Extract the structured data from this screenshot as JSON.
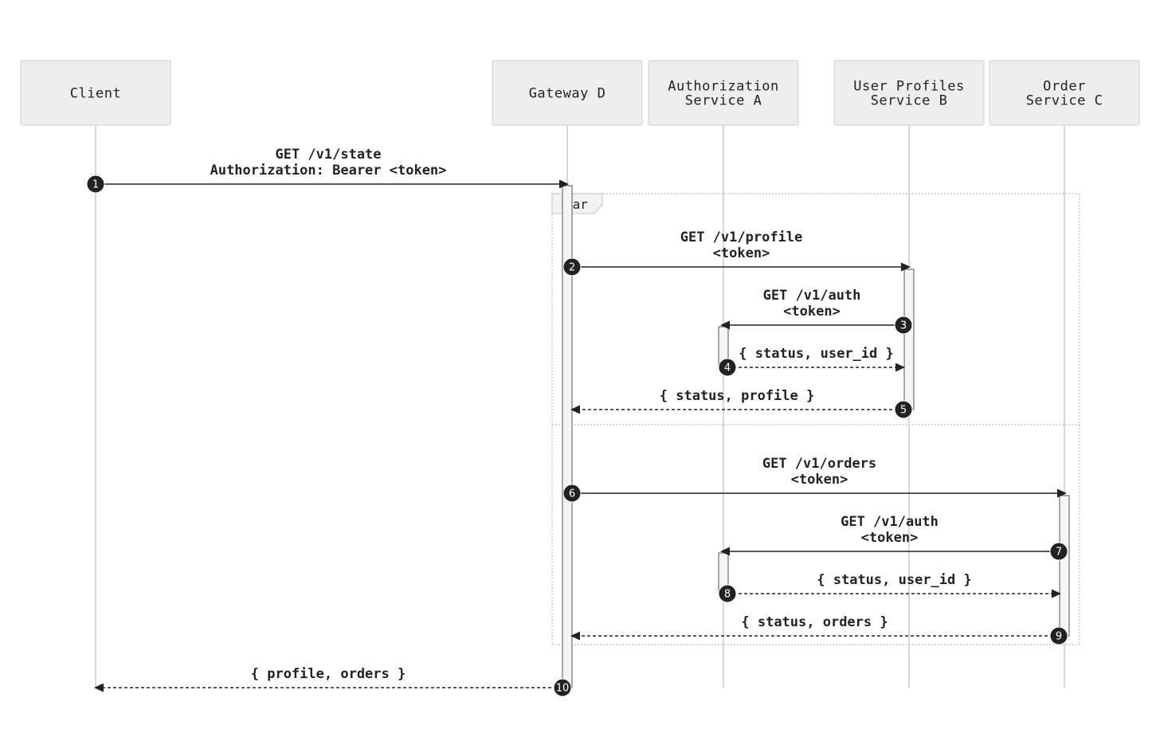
{
  "participants": [
    {
      "id": "client",
      "lines": [
        "Client"
      ]
    },
    {
      "id": "gateway",
      "lines": [
        "Gateway D"
      ]
    },
    {
      "id": "auth",
      "lines": [
        "Authorization",
        "Service A"
      ]
    },
    {
      "id": "profiles",
      "lines": [
        "User Profiles",
        "Service B"
      ]
    },
    {
      "id": "orders",
      "lines": [
        "Order",
        "Service C"
      ]
    }
  ],
  "frame": {
    "label": "par"
  },
  "messages": [
    {
      "step": "1",
      "from": "client",
      "to": "gateway",
      "style": "solid",
      "lines": [
        "GET /v1/state",
        "Authorization: Bearer <token>"
      ]
    },
    {
      "step": "2",
      "from": "gateway",
      "to": "profiles",
      "style": "solid",
      "lines": [
        "GET /v1/profile",
        "<token>"
      ]
    },
    {
      "step": "3",
      "from": "profiles",
      "to": "auth",
      "style": "solid",
      "lines": [
        "GET /v1/auth",
        "<token>"
      ]
    },
    {
      "step": "4",
      "from": "auth",
      "to": "profiles",
      "style": "dashed",
      "lines": [
        "{ status, user_id }"
      ]
    },
    {
      "step": "5",
      "from": "profiles",
      "to": "gateway",
      "style": "dashed",
      "lines": [
        "{ status, profile }"
      ]
    },
    {
      "step": "6",
      "from": "gateway",
      "to": "orders",
      "style": "solid",
      "lines": [
        "GET /v1/orders",
        "<token>"
      ]
    },
    {
      "step": "7",
      "from": "orders",
      "to": "auth",
      "style": "solid",
      "lines": [
        "GET /v1/auth",
        "<token>"
      ]
    },
    {
      "step": "8",
      "from": "auth",
      "to": "orders",
      "style": "dashed",
      "lines": [
        "{ status, user_id }"
      ]
    },
    {
      "step": "9",
      "from": "orders",
      "to": "gateway",
      "style": "dashed",
      "lines": [
        "{ status, orders }"
      ]
    },
    {
      "step": "10",
      "from": "gateway",
      "to": "client",
      "style": "dashed",
      "lines": [
        "{ profile, orders }"
      ]
    }
  ]
}
